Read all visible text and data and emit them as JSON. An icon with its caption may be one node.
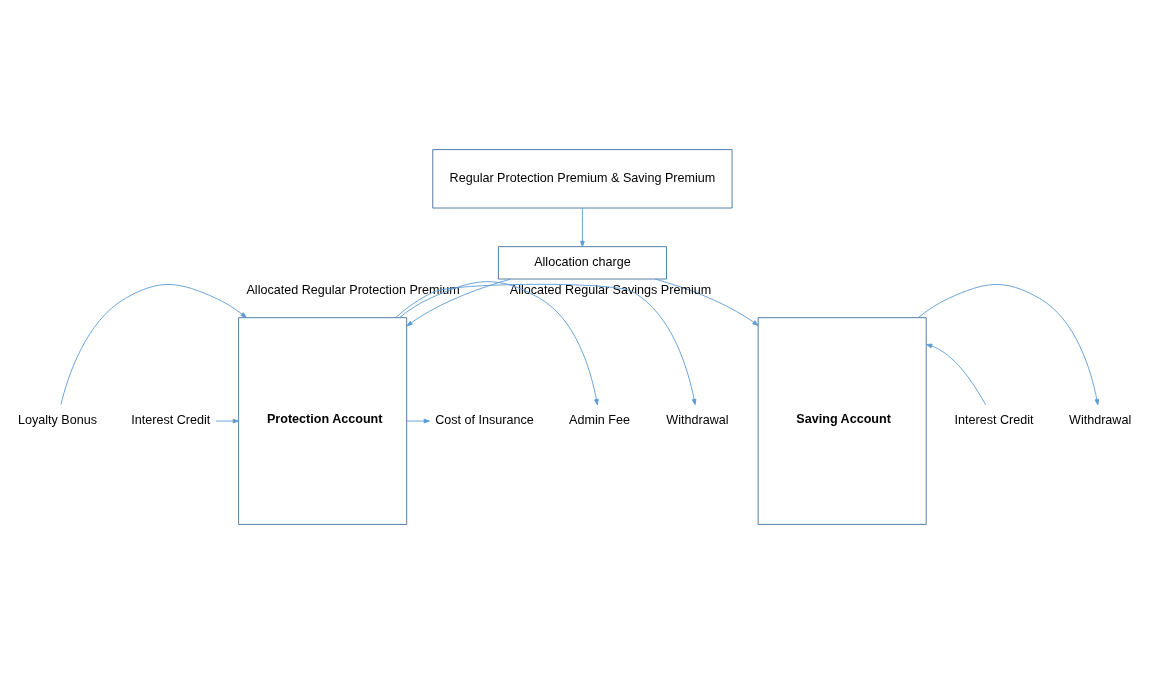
{
  "diagram": {
    "nodes": [
      {
        "text": [
          "Regular Protection Premium & Saving Premium"
        ]
      },
      {
        "text": [
          "Allocation charge"
        ]
      },
      {
        "text": [
          "Protection Account"
        ]
      },
      {
        "text": [
          "Saving Account"
        ]
      },
      {
        "text": [
          "Loyalty Bonus"
        ]
      },
      {
        "text": [
          "Interest Credit"
        ]
      },
      {
        "text": [
          "Cost of Insurance"
        ]
      },
      {
        "text": [
          "Admin Fee"
        ]
      },
      {
        "text": [
          "Withdrawal"
        ]
      },
      {
        "text": [
          "Interest Credit"
        ]
      },
      {
        "text": [
          "Withdrawal"
        ]
      }
    ],
    "edges": [
      {
        "from": 0,
        "to": 1,
        "arrow": "to"
      },
      {
        "from": 1,
        "to": 2,
        "arrow": "to",
        "label": "Allocated Regular Protection Premium"
      },
      {
        "from": 1,
        "to": 3,
        "arrow": "to",
        "label": "Allocated Regular Savings Premium"
      },
      {
        "from": 4,
        "to": 2,
        "arrow": "to"
      },
      {
        "from": 5,
        "to": 2,
        "arrow": "to"
      },
      {
        "from": 2,
        "to": 6,
        "arrow": "to"
      },
      {
        "from": 2,
        "to": 7,
        "arrow": "to"
      },
      {
        "from": 2,
        "to": 8,
        "arrow": "to"
      },
      {
        "from": 9,
        "to": 3,
        "arrow": "to"
      },
      {
        "from": 3,
        "to": 10,
        "arrow": "to"
      }
    ]
  }
}
